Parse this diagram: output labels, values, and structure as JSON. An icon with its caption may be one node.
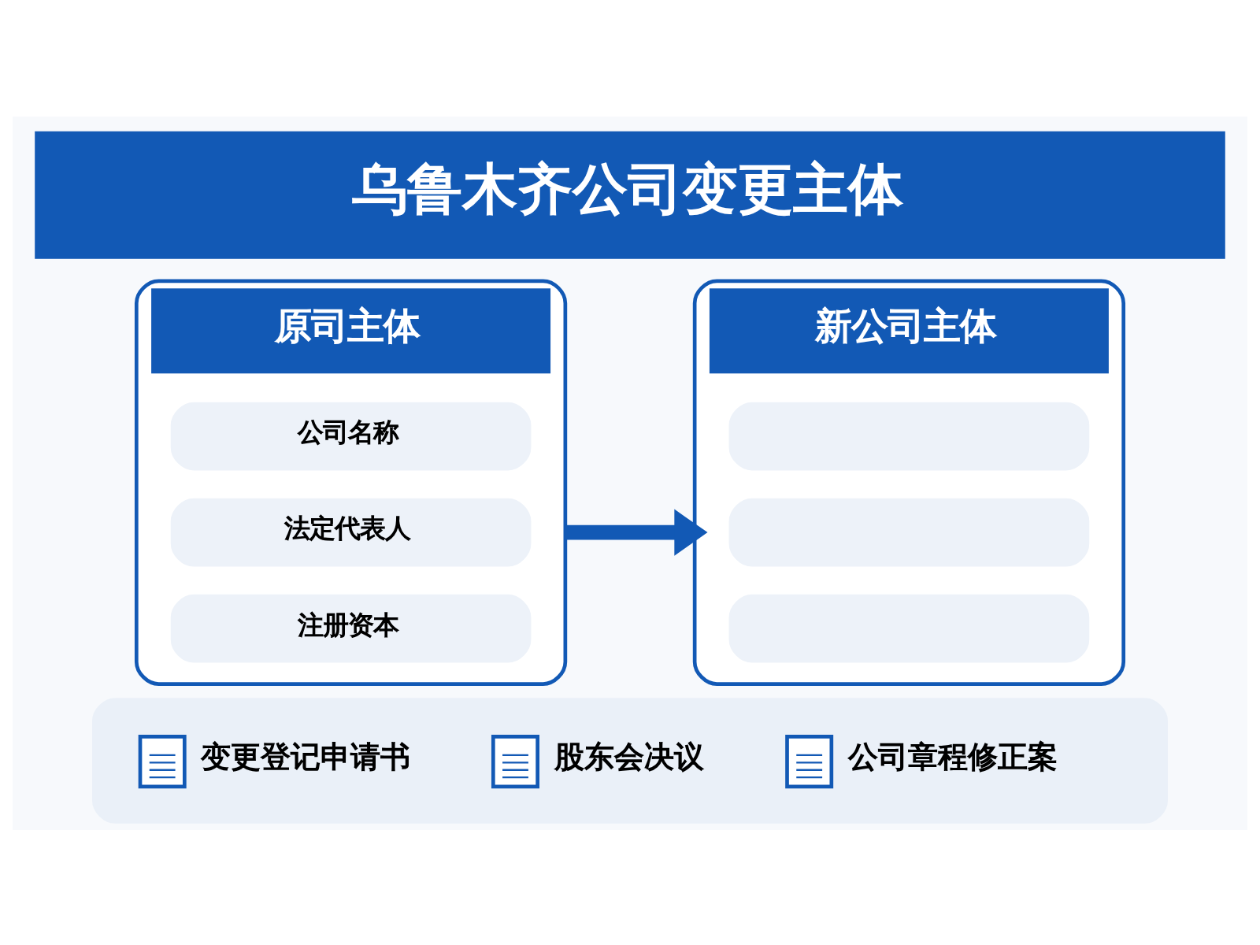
{
  "diagram": {
    "title": "乌鲁木齐公司变更主体",
    "nodes": [
      {
        "text": [
          "原司主体"
        ]
      },
      {
        "text": [
          "公司名称"
        ],
        "in": 0
      },
      {
        "text": [
          "法定代表人"
        ],
        "in": 0
      },
      {
        "text": [
          "注册资本"
        ],
        "in": 0
      },
      {
        "text": [
          "新公司主体"
        ]
      },
      {
        "text": [],
        "shape": "box",
        "in": 4
      },
      {
        "text": [],
        "shape": "box",
        "in": 4
      },
      {
        "text": [],
        "shape": "box",
        "in": 4
      },
      {
        "text": [
          "变更登记申请书",
          "股东会决议",
          "公司章程修正案"
        ]
      }
    ],
    "edges": [
      {
        "from": 0,
        "to": 4,
        "arrow": "to"
      }
    ]
  }
}
